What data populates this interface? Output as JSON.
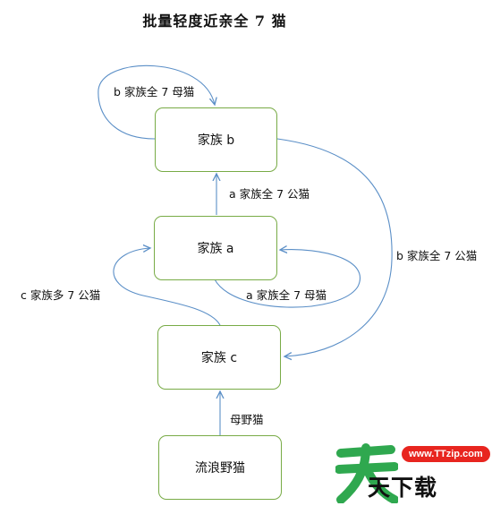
{
  "title": "批量轻度近亲全 7 猫",
  "nodes": {
    "b": "家族 b",
    "a": "家族 a",
    "c": "家族 c",
    "stray": "流浪野猫"
  },
  "edges": {
    "b_self": "b 家族全 7 母猫",
    "a_to_b": "a 家族全 7 公猫",
    "b_to_c": "b 家族全 7 公猫",
    "c_to_a": "c 家族多 7 公猫",
    "a_self": "a 家族全 7 母猫",
    "stray_to_c": "母野猫"
  },
  "watermark": {
    "url": "www.TTzip.com",
    "text": "天下载",
    "brand_color": "#2fa84f"
  },
  "colors": {
    "node_border": "#78ab46",
    "arrow": "#5b8fc7"
  }
}
